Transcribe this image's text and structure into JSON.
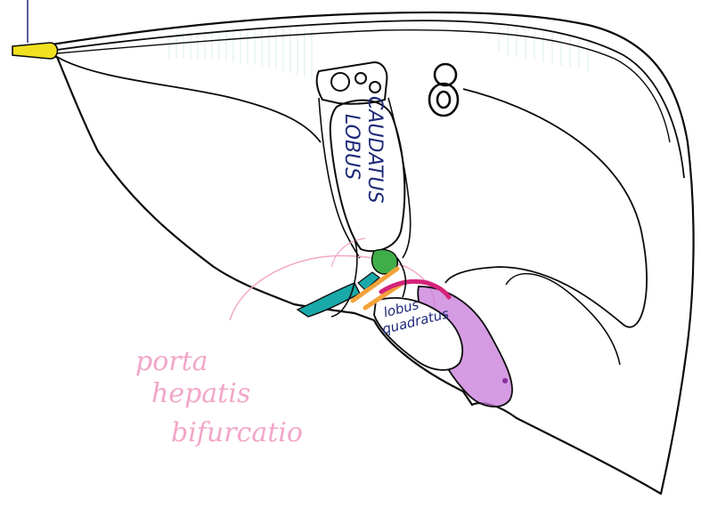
{
  "labels": {
    "lobus_caudatus_line1": "LOBUS",
    "lobus_caudatus_line2": "CAUDATUS",
    "lobus_quadratus_line1": "lobus",
    "lobus_quadratus_line2": "quadratus",
    "porta_line1": "porta",
    "porta_line2": "hepatis",
    "porta_line3": "bifurcatio"
  },
  "colors": {
    "outline": "#0b0b0b",
    "ligament": "#f0e020",
    "gallbladder": "#c77ad9",
    "teal_vessel": "#1aa9a9",
    "green_vessel": "#3fae4a",
    "orange_vessel": "#f3a23a",
    "magenta_vessel": "#d4237a",
    "pink_annotation": "#f2a6c8",
    "label_ink": "#1e2a78"
  }
}
